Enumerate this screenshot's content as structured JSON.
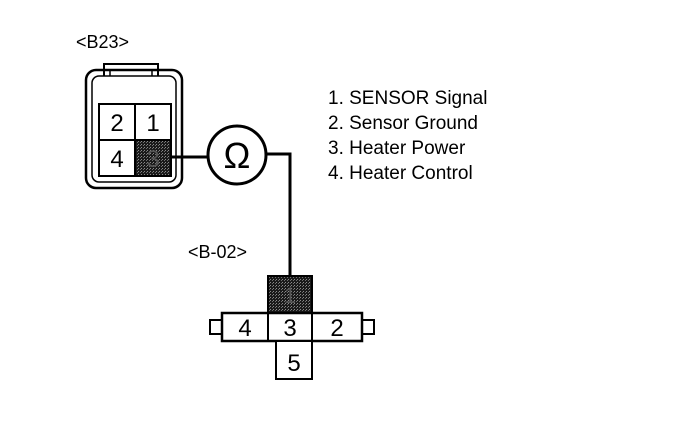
{
  "connector_b23": {
    "label": "<B23>",
    "pins": [
      "2",
      "1",
      "4",
      "3"
    ]
  },
  "meter": {
    "symbol": "Ω"
  },
  "connector_b02": {
    "label": "<B-02>",
    "pins": [
      "4",
      "3",
      "2",
      "5",
      "1"
    ]
  },
  "legend": {
    "items": [
      "1. SENSOR Signal",
      "2. Sensor Ground",
      "3. Heater Power",
      "4. Heater Control"
    ]
  }
}
